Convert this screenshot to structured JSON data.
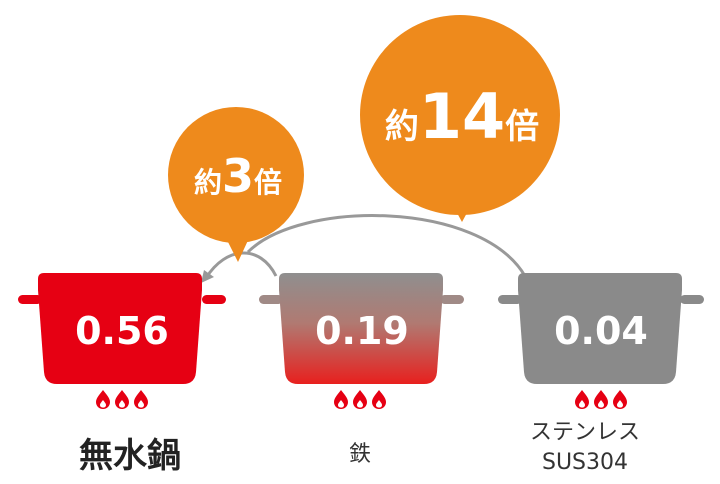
{
  "bubbles": {
    "small": {
      "prefix": "約",
      "number": "3",
      "suffix": "倍"
    },
    "large": {
      "prefix": "約",
      "number": "14",
      "suffix": "倍"
    }
  },
  "pots": [
    {
      "value": "0.56",
      "label": "無水鍋"
    },
    {
      "value": "0.19",
      "label": "鉄"
    },
    {
      "value": "0.04",
      "label_line1": "ステンレス",
      "label_line2": "SUS304"
    }
  ],
  "colors": {
    "bubble": "#ee8a1c",
    "pot_red": "#e60013",
    "pot_iron_top": "#8f8f8f",
    "pot_iron_bottom": "#e8201e",
    "pot_steel": "#8a8a8a",
    "flame": "#e60013",
    "arrow": "#999999"
  }
}
